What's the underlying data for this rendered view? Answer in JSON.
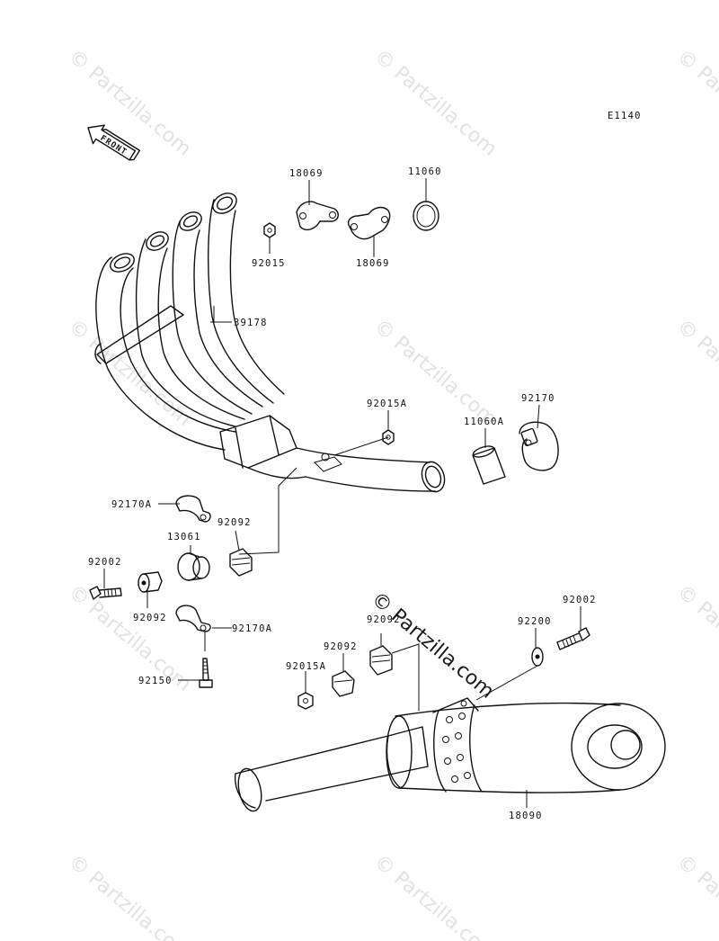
{
  "diagram": {
    "code": "E1140",
    "front_label": "FRONT",
    "watermark": "© Partzilla.com",
    "callouts": {
      "c18069_top": "18069",
      "c11060": "11060",
      "c92015": "92015",
      "c18069_bottom": "18069",
      "c39178": "39178",
      "c92015A_top": "92015A",
      "c92170": "92170",
      "c11060A": "11060A",
      "c92170A_left": "92170A",
      "c92092_mid": "92092",
      "c13061": "13061",
      "c92002_left": "92002",
      "c92092_left": "92092",
      "c92170A_right": "92170A",
      "c92150": "92150",
      "c92002_right": "92002",
      "c92200": "92200",
      "c92092_lower": "92092",
      "c92092_center": "92092",
      "c92015A_bottom": "92015A",
      "c18090": "18090"
    }
  }
}
